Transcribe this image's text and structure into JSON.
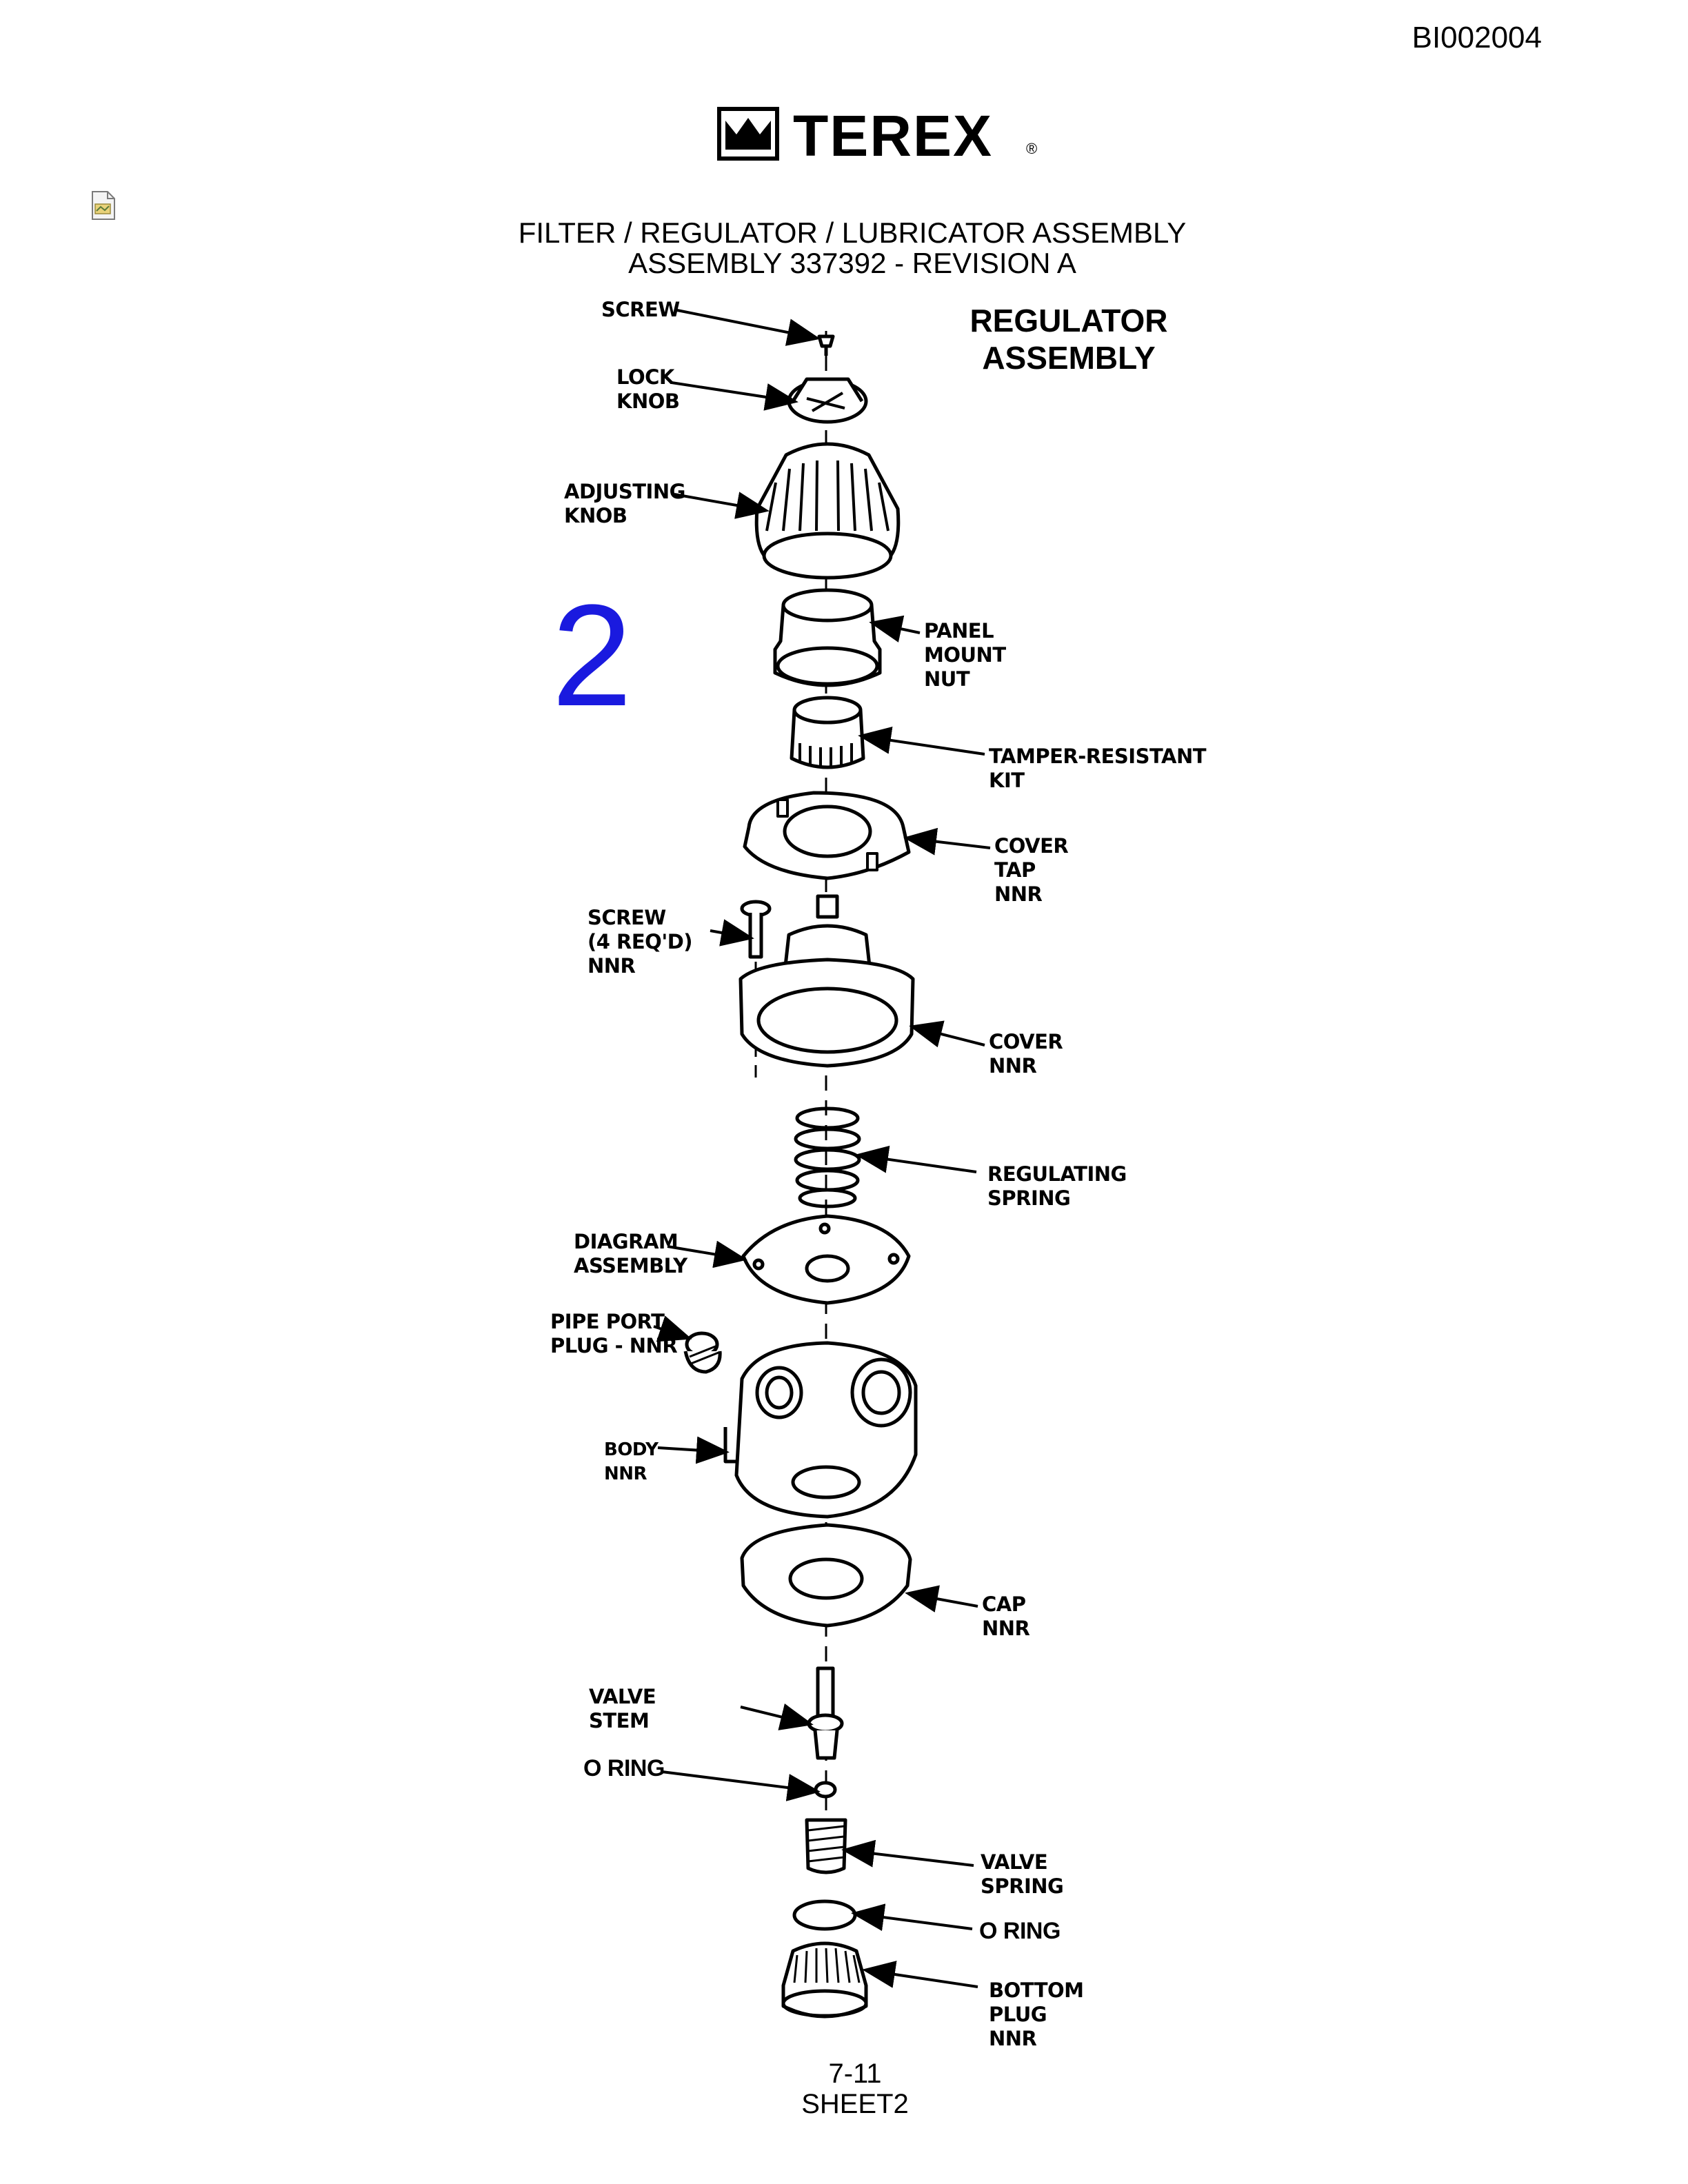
{
  "doc_id": "BI002004",
  "brand": {
    "name": "TEREX",
    "registered_mark": "®"
  },
  "title_line1": "FILTER / REGULATOR / LUBRICATOR ASSEMBLY",
  "title_line2": "ASSEMBLY 337392 - REVISION A",
  "subtitle_line1": "REGULATOR",
  "subtitle_line2": "ASSEMBLY",
  "sheet_number": "2",
  "labels": {
    "screw": "SCREW",
    "lock_knob": "LOCK\nKNOB",
    "adjusting_knob": "ADJUSTING\nKNOB",
    "panel_mount_nut": "PANEL\nMOUNT\nNUT",
    "tamper_resistant_kit": "TAMPER-RESISTANT\nKIT",
    "cover_tap": "COVER\nTAP\nNNR",
    "screw_4": "SCREW\n(4 REQ'D)\nNNR",
    "cover": "COVER\nNNR",
    "regulating_spring": "REGULATING\nSPRING",
    "diagram_assembly": "DIAGRAM\nASSEMBLY",
    "pipe_port_plug": "PIPE PORT\nPLUG - NNR",
    "body": "BODY\nNNR",
    "cap": "CAP\nNNR",
    "valve_stem": "VALVE\nSTEM",
    "o_ring_1": "O RING",
    "valve_spring": "VALVE\nSPRING",
    "o_ring_2": "O RING",
    "bottom_plug": "BOTTOM\nPLUG\nNNR"
  },
  "page_number": "7-11",
  "sheet_label": "SHEET2"
}
